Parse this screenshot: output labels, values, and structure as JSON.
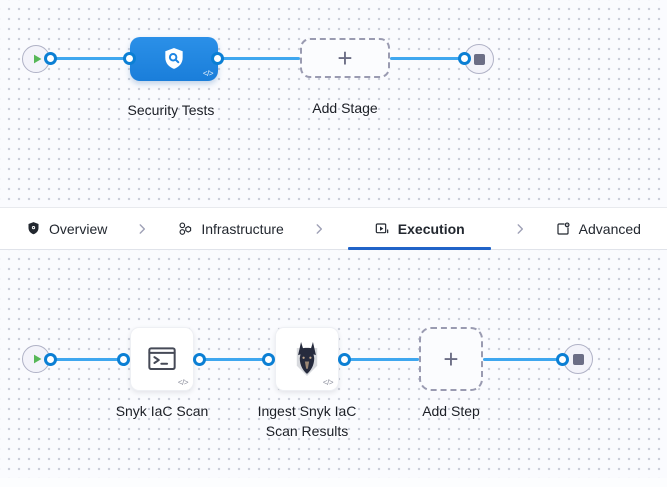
{
  "stage_graph": {
    "stage": {
      "label": "Security Tests",
      "code_badge": "</>"
    },
    "add_stage": {
      "label": "Add Stage",
      "plus": "+"
    }
  },
  "tab_bar": {
    "tabs": [
      {
        "label": "Overview",
        "icon": "shield-icon",
        "active": false
      },
      {
        "label": "Infrastructure",
        "icon": "infrastructure-icon",
        "active": false
      },
      {
        "label": "Execution",
        "icon": "execution-icon",
        "active": true
      },
      {
        "label": "Advanced",
        "icon": "advanced-icon",
        "active": false
      }
    ]
  },
  "step_graph": {
    "steps": [
      {
        "label": "Snyk IaC Scan",
        "icon": "terminal-icon",
        "code_badge": "</>"
      },
      {
        "label_line1": "Ingest Snyk IaC",
        "label_line2": "Scan Results",
        "icon": "snyk-dog-icon",
        "code_badge": "</>"
      }
    ],
    "add_step": {
      "label": "Add Step",
      "plus": "+"
    }
  },
  "colors": {
    "edge_blue": "#3fa7ef",
    "stage_blue": "#1f86e3",
    "active_tab_underline": "#2063c8",
    "play_green": "#56b757",
    "stop_gray": "#6b6d85",
    "canvas_dot": "#c9cdd8"
  }
}
